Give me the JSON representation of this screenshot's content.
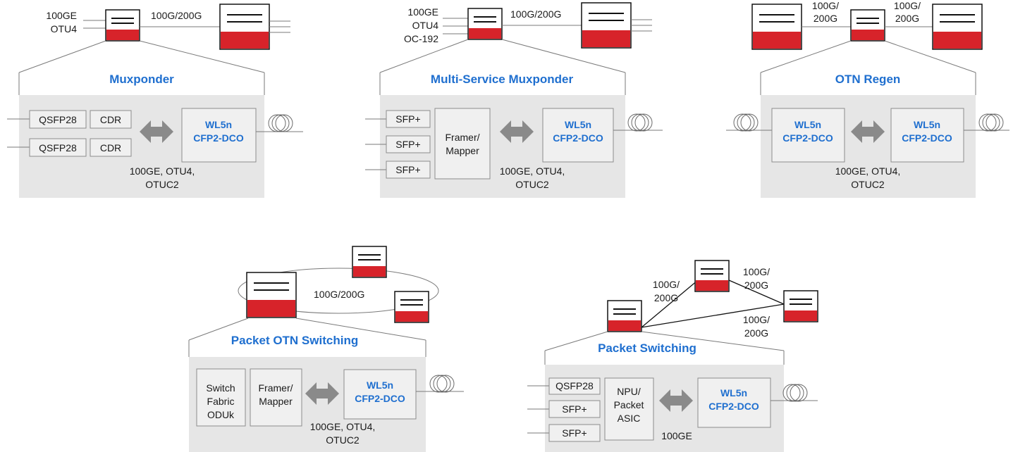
{
  "colors": {
    "title_blue": "#1f6fcf",
    "device_red": "#d7232a",
    "panel_gray": "#e6e6e6",
    "arrow_gray": "#8a8a8a"
  },
  "icons": [
    "network-device-icon",
    "fiber-coil-icon",
    "bidirectional-arrow-icon"
  ],
  "muxponder": {
    "title": "Muxponder",
    "client_l1": "100GE",
    "client_l2": "OTU4",
    "line_rate": "100G/200G",
    "port1": "QSFP28",
    "port2": "QSFP28",
    "cdr1": "CDR",
    "cdr2": "CDR",
    "module_l1": "WL5n",
    "module_l2": "CFP2-DCO",
    "rates_l1": "100GE, OTU4,",
    "rates_l2": "OTUC2"
  },
  "multiservice": {
    "title": "Multi-Service Muxponder",
    "client_l1": "100GE",
    "client_l2": "OTU4",
    "client_l3": "OC-192",
    "line_rate": "100G/200G",
    "sfp1": "SFP+",
    "sfp2": "SFP+",
    "sfp3": "SFP+",
    "framer_l1": "Framer/",
    "framer_l2": "Mapper",
    "module_l1": "WL5n",
    "module_l2": "CFP2-DCO",
    "rates_l1": "100GE, OTU4,",
    "rates_l2": "OTUC2"
  },
  "regen": {
    "title": "OTN Regen",
    "rate_left_l1": "100G/",
    "rate_left_l2": "200G",
    "rate_right_l1": "100G/",
    "rate_right_l2": "200G",
    "moduleA_l1": "WL5n",
    "moduleA_l2": "CFP2-DCO",
    "moduleB_l1": "WL5n",
    "moduleB_l2": "CFP2-DCO",
    "rates_l1": "100GE, OTU4,",
    "rates_l2": "OTUC2"
  },
  "otn_switching": {
    "title": "Packet OTN Switching",
    "ring_rate": "100G/200G",
    "fabric_l1": "Switch",
    "fabric_l2": "Fabric",
    "fabric_l3": "ODUk",
    "framer_l1": "Framer/",
    "framer_l2": "Mapper",
    "module_l1": "WL5n",
    "module_l2": "CFP2-DCO",
    "rates_l1": "100GE, OTU4,",
    "rates_l2": "OTUC2"
  },
  "packet_switching": {
    "title": "Packet Switching",
    "rate1_l1": "100G/",
    "rate1_l2": "200G",
    "rate2_l1": "100G/",
    "rate2_l2": "200G",
    "rate3_l1": "100G/",
    "rate3_l2": "200G",
    "port1": "QSFP28",
    "port2": "SFP+",
    "port3": "SFP+",
    "npu_l1": "NPU/",
    "npu_l2": "Packet",
    "npu_l3": "ASIC",
    "module_l1": "WL5n",
    "module_l2": "CFP2-DCO",
    "rates_l1": "100GE"
  }
}
